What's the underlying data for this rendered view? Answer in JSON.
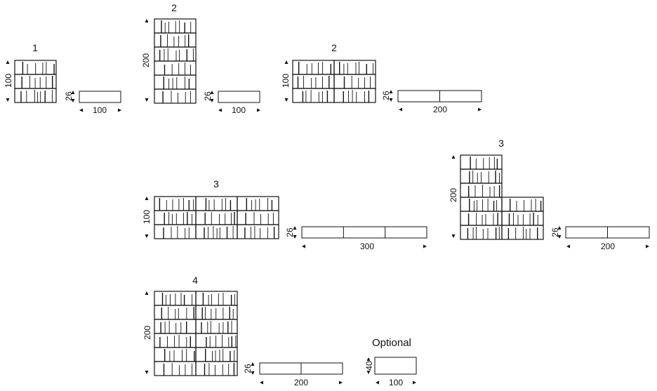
{
  "configs": [
    {
      "id": "c1",
      "count_label": "1",
      "height_label": "100",
      "base_width_label": "100",
      "base_height_label": "26"
    },
    {
      "id": "c2a",
      "count_label": "2",
      "height_label": "200",
      "base_width_label": "100",
      "base_height_label": "26"
    },
    {
      "id": "c2b",
      "count_label": "2",
      "height_label": "100",
      "base_width_label": "200",
      "base_height_label": "26"
    },
    {
      "id": "c3a",
      "count_label": "3",
      "height_label": "100",
      "base_width_label": "300",
      "base_height_label": "26"
    },
    {
      "id": "c3b",
      "count_label": "3",
      "height_label": "200",
      "base_width_label": "200",
      "base_height_label": "26"
    },
    {
      "id": "c4",
      "count_label": "4",
      "height_label": "200",
      "base_width_label": "200",
      "base_height_label": "26"
    }
  ],
  "optional": {
    "title": "Optional",
    "base_width_label": "100",
    "base_height_label": "40"
  },
  "colors": {
    "stroke": "#111111",
    "background": "#ffffff"
  }
}
